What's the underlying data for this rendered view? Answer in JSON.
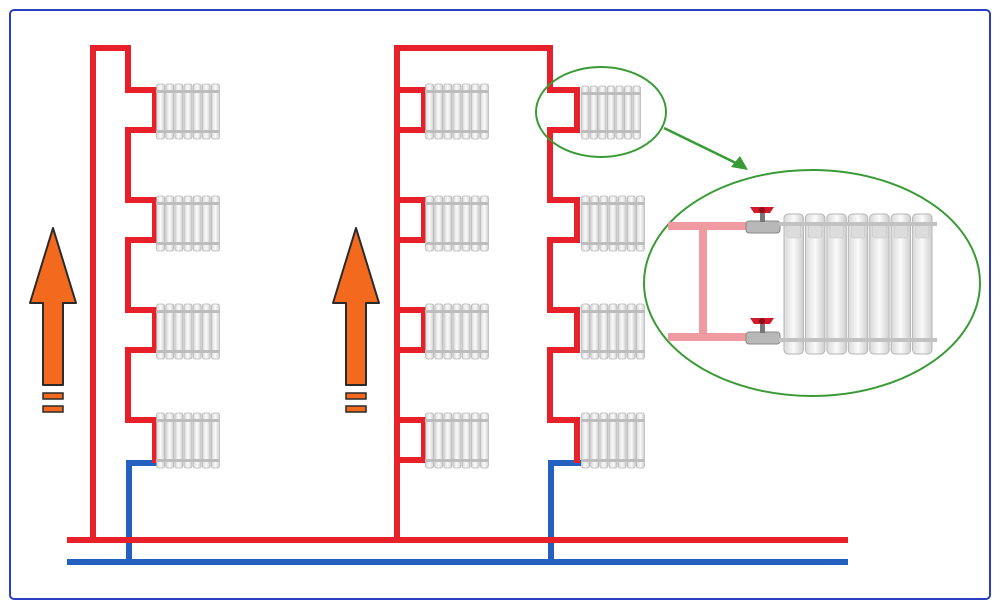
{
  "colors": {
    "frame": "#2a3fc2",
    "supply_pipe": "#e8202a",
    "return_pipe": "#2460c0",
    "callout_ring": "#3a9a35",
    "arrow_fill": "#f36a1e",
    "arrow_outline": "#2a2a2a",
    "radiator_fill": "#ececec",
    "radiator_edge": "#b5b5b5",
    "bypass_pipe": "#f09aa2",
    "valve_handle": "#d11a2a",
    "valve_body": "#b8b8b8"
  },
  "icons": {
    "flow_arrow": "up-arrow-icon",
    "radiator": "radiator-icon",
    "valve": "ball-valve-icon"
  },
  "diagram": {
    "risers": [
      {
        "id": "riser-1",
        "type": "single-pipe-with-return",
        "radiator_count": 4,
        "radiator_side": "right"
      },
      {
        "id": "riser-2",
        "type": "loop",
        "left_radiator_count": 4,
        "right_radiator_count": 4
      }
    ],
    "callout": {
      "radiator_sections": 7,
      "valves": 2,
      "bypass": true
    }
  }
}
